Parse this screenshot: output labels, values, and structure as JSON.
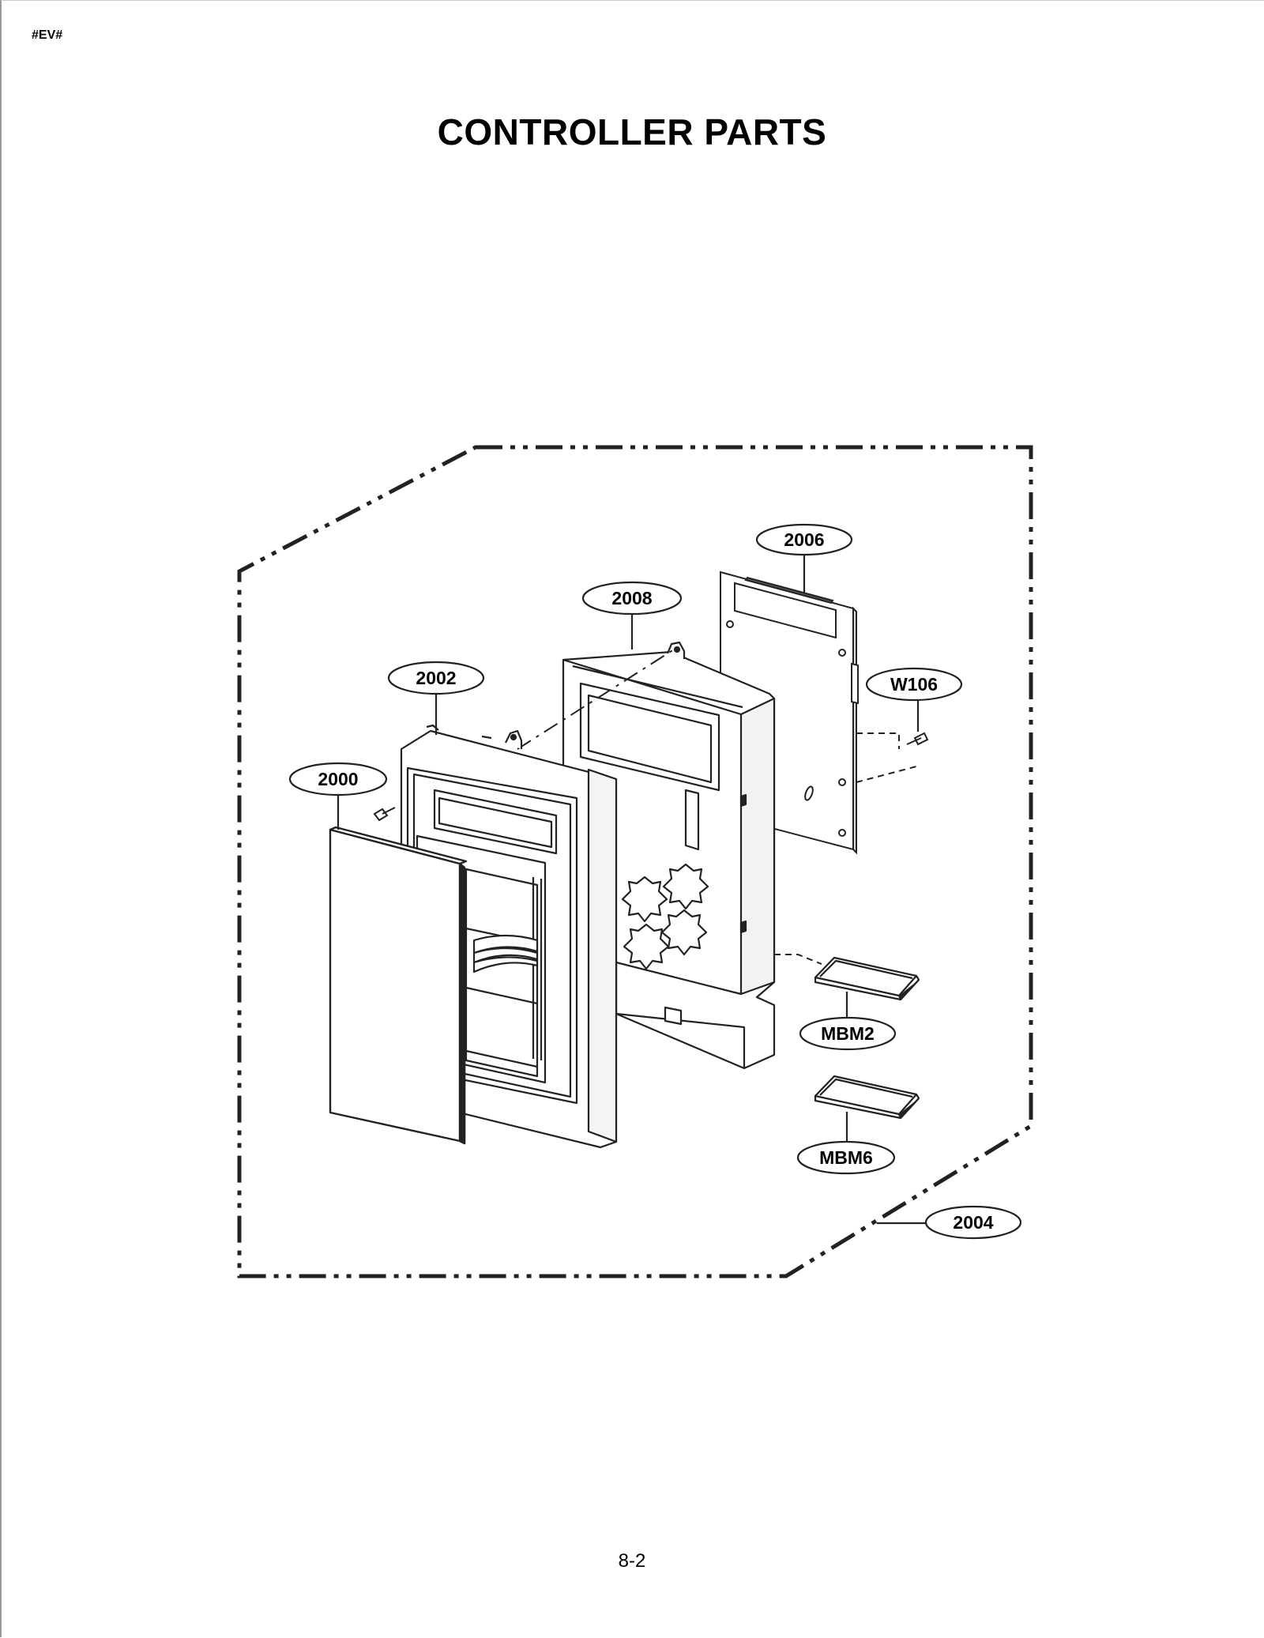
{
  "document": {
    "header_code": "#EV#",
    "title": "CONTROLLER PARTS",
    "page_number": "8-2"
  },
  "callouts": {
    "p2006": "2006",
    "p2008": "2008",
    "p2002": "2002",
    "p2000": "2000",
    "pW106": "W106",
    "pMBM2": "MBM2",
    "pMBM6": "MBM6",
    "p2004": "2004"
  }
}
